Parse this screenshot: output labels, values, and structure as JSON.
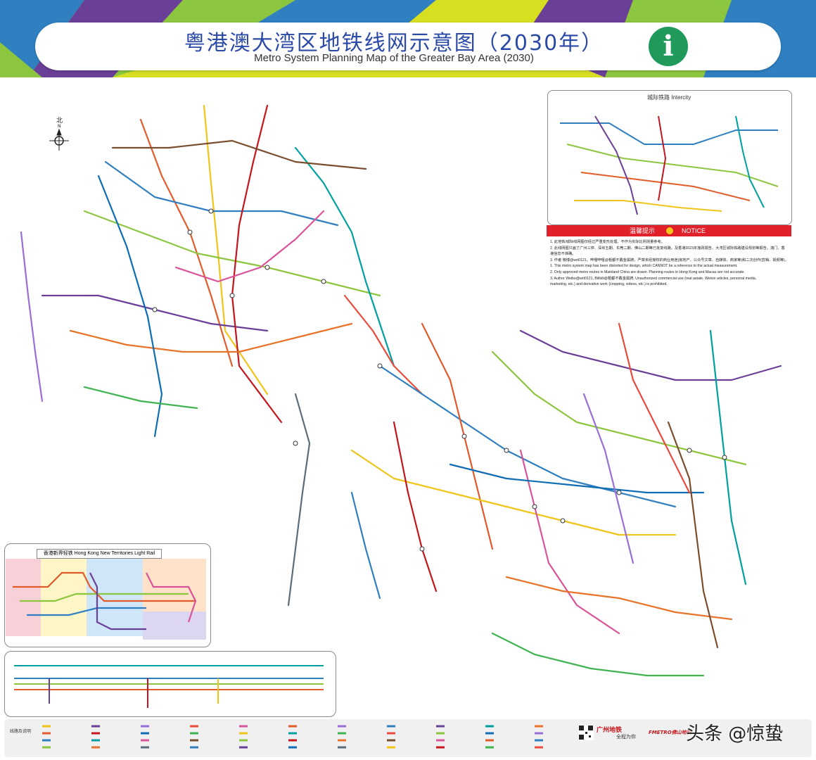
{
  "header": {
    "title_cn": "粤港澳大湾区地铁线网示意图（2030年）",
    "title_en": "Metro System Planning Map of the Greater Bay Area (2030)",
    "info_icon": "info-icon",
    "accent_colors": [
      "#2f7fc1",
      "#8cc63f",
      "#d7df23",
      "#6a3f98",
      "#1f9a5a"
    ]
  },
  "compass": {
    "north_cn": "北",
    "north_en": "N",
    "icon": "compass-icon"
  },
  "intercity": {
    "title": "城际铁路 Intercity"
  },
  "notice": {
    "title_cn": "温馨提示",
    "title_en": "NOTICE",
    "lines": [
      "1. 此地铁/城际线网图仅经过严重变形处理，不作为实际比例测量参考。",
      "2. 此线网图只画了广州三停、深圳五期、东莞二期、佛山二期等已批复线路，及香港2023年施政报告、大湾区城际铁路建设规划等报告。澳门、香",
      "港信息不准确。",
      "3. 作者 微博@wrt0121，哔哩哔哩@粗都不戴金属牌，严禁未经授权的商业用途(房地产、公众号文章、自媒体、商家等)和二次创作(剪辑、视频等)。",
      "1. This metro system map has been distorted for design, which CANNOT be a reference to the actual measurement.",
      "2. Only approved metro routes in Mainland China are drawn. Planning routes in Hong Kong and Macau are not accurate.",
      "3. Author Weibo@wrt0121, Bilibili@粗都不戴金属牌. Unauthorized commercial use (real astate, Weixin articles, personal media,",
      "marketing, etc.) and derivative work (cropping, videos, etc.) is prohibited."
    ]
  },
  "hk_light_rail": {
    "title": "香港新界轻铁 Hong Kong New Territories Light Rail"
  },
  "footer": {
    "legend_label": "线路及说明",
    "gz_metro": "广州地铁",
    "gz_slogan": "全程为你",
    "fmetro": "FMETRO佛山地铁",
    "watermark": "头条 @惊蛰"
  }
}
